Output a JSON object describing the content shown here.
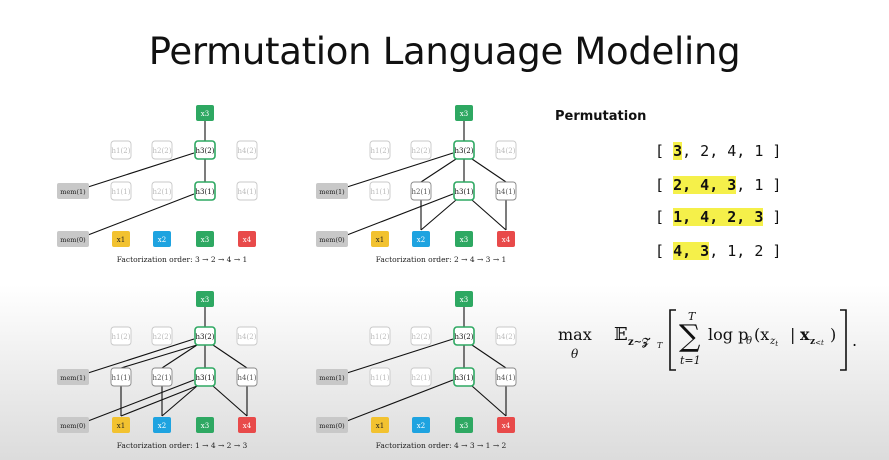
{
  "page_title": "Permutation Language Modeling",
  "permutation": {
    "heading": "Permutation",
    "rows": [
      {
        "items": [
          "3",
          "2",
          "4",
          "1"
        ],
        "highlighted_count": 1
      },
      {
        "items": [
          "2",
          "4",
          "3",
          "1"
        ],
        "highlighted_count": 3
      },
      {
        "items": [
          "1",
          "4",
          "2",
          "3"
        ],
        "highlighted_count": 4
      },
      {
        "items": [
          "4",
          "3",
          "1",
          "2"
        ],
        "highlighted_count": 2
      }
    ]
  },
  "formula": {
    "max_label": "max",
    "max_sub": "θ",
    "expectation": "𝔼",
    "expectation_sub": "z∼𝒵",
    "expectation_sub_T": "T",
    "sum_top": "T",
    "sum_bottom": "t=1",
    "term": "log p",
    "term_sub": "θ",
    "term_args": "(x",
    "trailing": "."
  },
  "colors": {
    "x1": "#f2c230",
    "x2": "#1ea3e0",
    "x3": "#2ea862",
    "x4": "#e84a4a",
    "mem": "#c8c8c8",
    "ghost": "#c8c8c8",
    "hidden_border": "#2ea862",
    "highlight": "#f5f04a"
  },
  "diagrams": [
    {
      "caption": "Factorization order: 3 → 2 → 4 → 1",
      "target": "x3",
      "mem_top": "mem(1)",
      "mem_bottom": "mem(0)",
      "h_top": [
        "h1(2)",
        "h2(2)",
        "h3(2)",
        "h4(2)"
      ],
      "h_mid": [
        "h1(1)",
        "h2(1)",
        "h3(1)",
        "h4(1)"
      ],
      "inputs": [
        "x1",
        "x2",
        "x3",
        "x4"
      ],
      "active_inputs": [],
      "active_h1": []
    },
    {
      "caption": "Factorization order: 2 → 4 → 3 → 1",
      "target": "x3",
      "mem_top": "mem(1)",
      "mem_bottom": "mem(0)",
      "h_top": [
        "h1(2)",
        "h2(2)",
        "h3(2)",
        "h4(2)"
      ],
      "h_mid": [
        "h1(1)",
        "h2(1)",
        "h3(1)",
        "h4(1)"
      ],
      "inputs": [
        "x1",
        "x2",
        "x3",
        "x4"
      ],
      "active_inputs": [
        2,
        4
      ],
      "active_h1": [
        2,
        4
      ]
    },
    {
      "caption": "Factorization order: 1 → 4 → 2 → 3",
      "target": "x3",
      "mem_top": "mem(1)",
      "mem_bottom": "mem(0)",
      "h_top": [
        "h1(2)",
        "h2(2)",
        "h3(2)",
        "h4(2)"
      ],
      "h_mid": [
        "h1(1)",
        "h2(1)",
        "h3(1)",
        "h4(1)"
      ],
      "inputs": [
        "x1",
        "x2",
        "x3",
        "x4"
      ],
      "active_inputs": [
        1,
        2,
        4
      ],
      "active_h1": [
        1,
        2,
        4
      ]
    },
    {
      "caption": "Factorization order: 4 → 3 → 1 → 2",
      "target": "x3",
      "mem_top": "mem(1)",
      "mem_bottom": "mem(0)",
      "h_top": [
        "h1(2)",
        "h2(2)",
        "h3(2)",
        "h4(2)"
      ],
      "h_mid": [
        "h1(1)",
        "h2(1)",
        "h3(1)",
        "h4(1)"
      ],
      "inputs": [
        "x1",
        "x2",
        "x3",
        "x4"
      ],
      "active_inputs": [
        4
      ],
      "active_h1": [
        4
      ]
    }
  ]
}
